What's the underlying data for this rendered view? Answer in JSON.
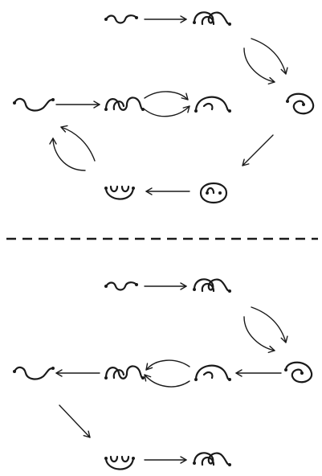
{
  "diagram": {
    "type": "curve-move-diagram",
    "panels": [
      "top",
      "bottom"
    ],
    "separator": "dashed",
    "colors": {
      "ink": "#1a1a1a",
      "background": "#ffffff"
    },
    "icons": {
      "top": [
        "wave-curve",
        "double-loop-curve",
        "two-loop-chain-curve",
        "arc-curve",
        "spiral-curve",
        "wave-curve",
        "cup-curve",
        "loop-curve"
      ],
      "bottom": [
        "wave-curve",
        "double-loop-curve",
        "spiral-curve",
        "arc-curve",
        "two-loop-chain-curve",
        "wave-curve",
        "cup-curve",
        "double-loop-curve"
      ]
    }
  }
}
